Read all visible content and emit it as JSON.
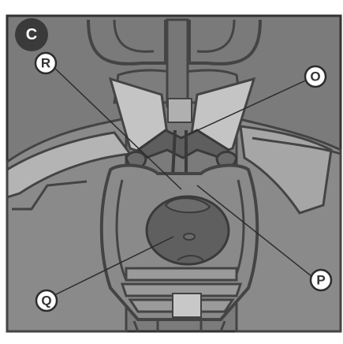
{
  "figure": {
    "panel_label": "C",
    "callouts": {
      "r": "R",
      "o": "O",
      "p": "P",
      "q": "Q"
    }
  }
}
